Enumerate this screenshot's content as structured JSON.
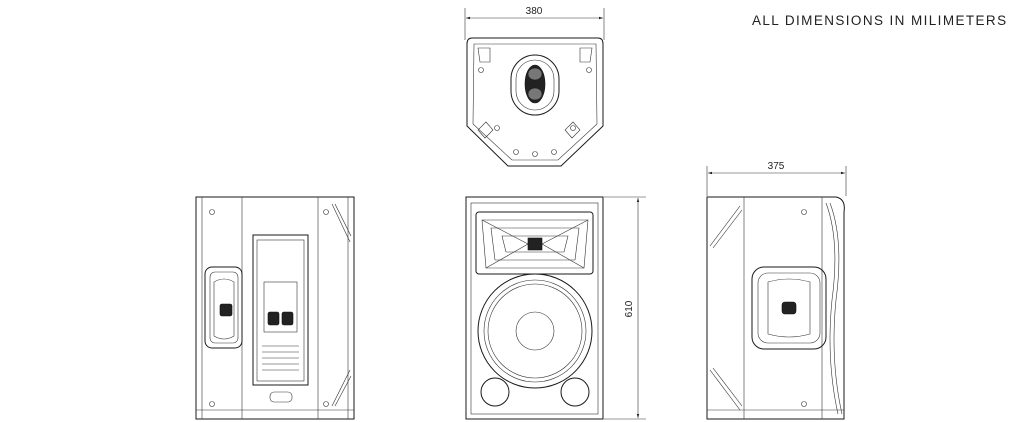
{
  "note": "ALL DIMENSIONS IN MILIMETERS",
  "dimensions": {
    "top_width": "380",
    "side_depth": "375",
    "front_height": "610"
  }
}
